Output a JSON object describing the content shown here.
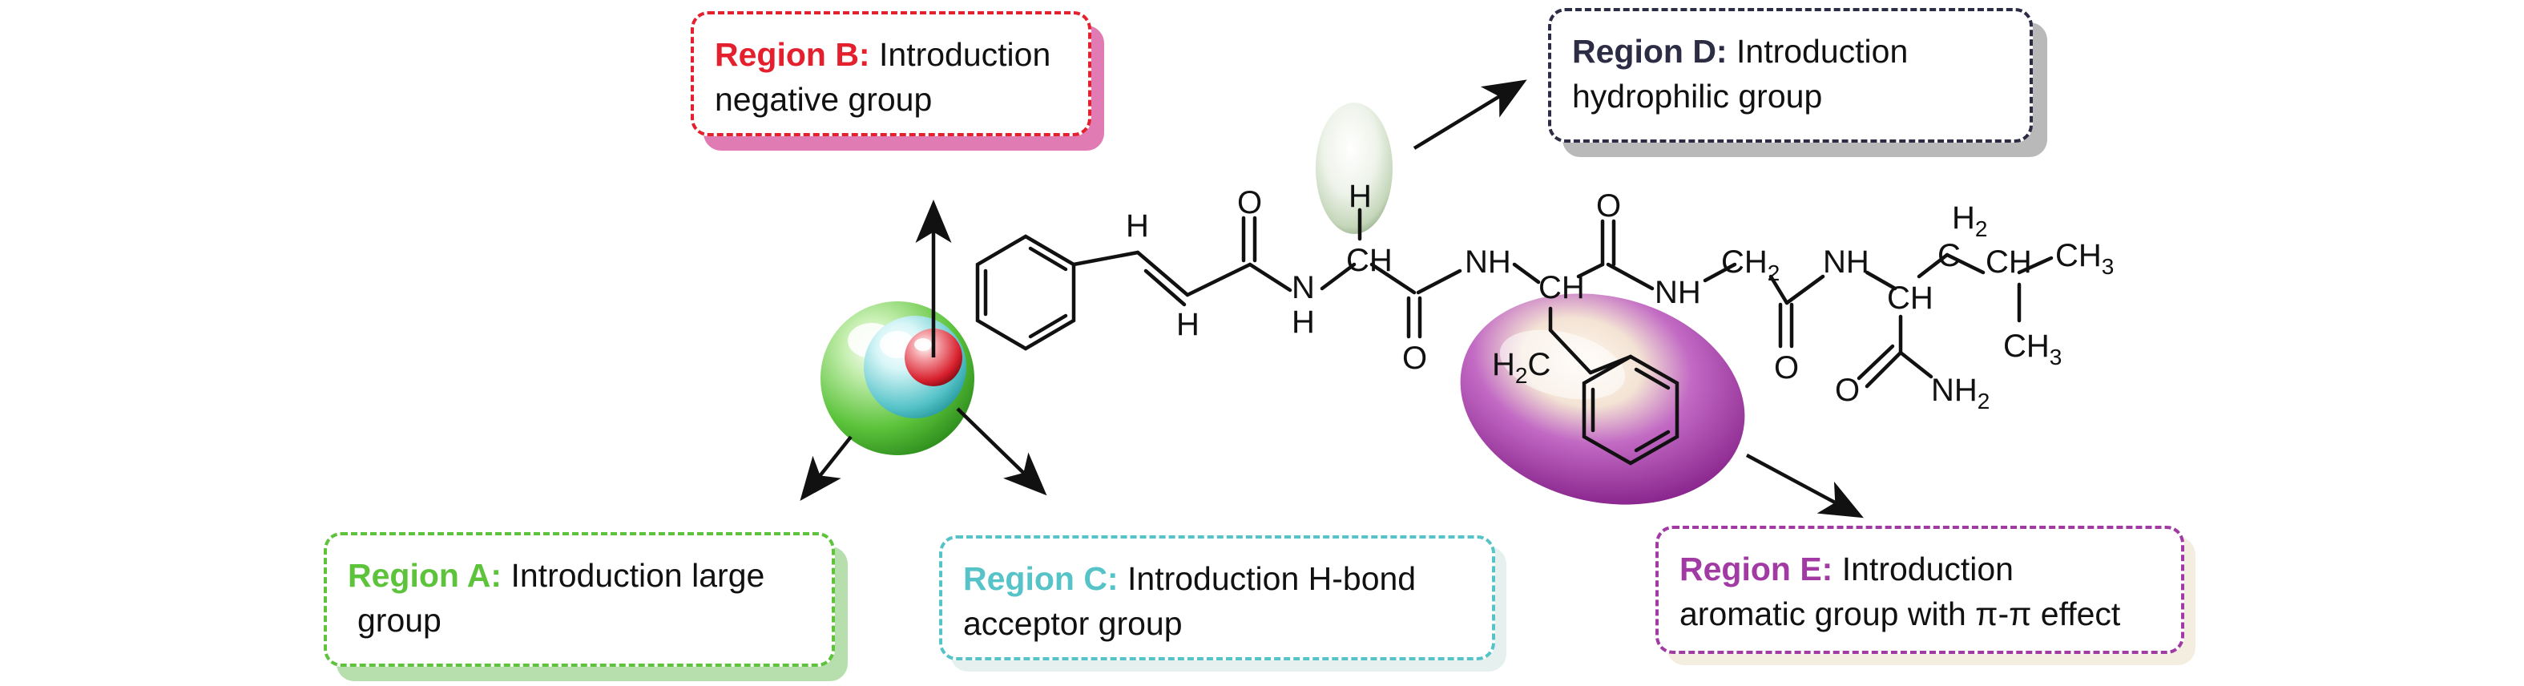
{
  "colors": {
    "region_a": "#5cc33b",
    "region_b": "#e4202f",
    "region_c": "#56c3c8",
    "region_d": "#2c2c44",
    "region_e": "#a13aa3",
    "shadow_a": "#b7dfae",
    "shadow_b": "#e07bb3",
    "shadow_c": "#e6f1ef",
    "shadow_d": "#b9b9b9",
    "shadow_e": "#f4eee1",
    "bond": "#111111"
  },
  "regions": {
    "a": {
      "label": "Region A:",
      "line1": "Introduction large",
      "line2": "group"
    },
    "b": {
      "label": "Region B:",
      "line1": "Introduction",
      "line2": "negative group"
    },
    "c": {
      "label": "Region C:",
      "line1": "Introduction H-bond",
      "line2": "acceptor group"
    },
    "d": {
      "label": "Region D:",
      "line1": "Introduction",
      "line2": "hydrophilic group"
    },
    "e": {
      "label": "Region E:",
      "line1": "Introduction",
      "line2": "aromatic group with π-π effect"
    }
  },
  "molecule": {
    "atoms": {
      "h_vinyl_top": "H",
      "h_vinyl_bottom": "H",
      "o1": "O",
      "nh1": "N",
      "nh1_h": "H",
      "alpha1": "CH",
      "alpha1_h": "H",
      "o2": "O",
      "nh2": "NH",
      "alpha2": "CH",
      "ch2_benzyl": "H2C",
      "o3": "O",
      "nh3": "NH",
      "ch2_gly": "CH2",
      "o4": "O",
      "nh4": "NH",
      "alpha4": "CH",
      "h2_top": "H2",
      "c_top": "C",
      "ch_iso": "CH",
      "ch3_top": "CH3",
      "ch3_bottom": "CH3",
      "o5": "O",
      "nh2_amide": "NH2"
    }
  }
}
